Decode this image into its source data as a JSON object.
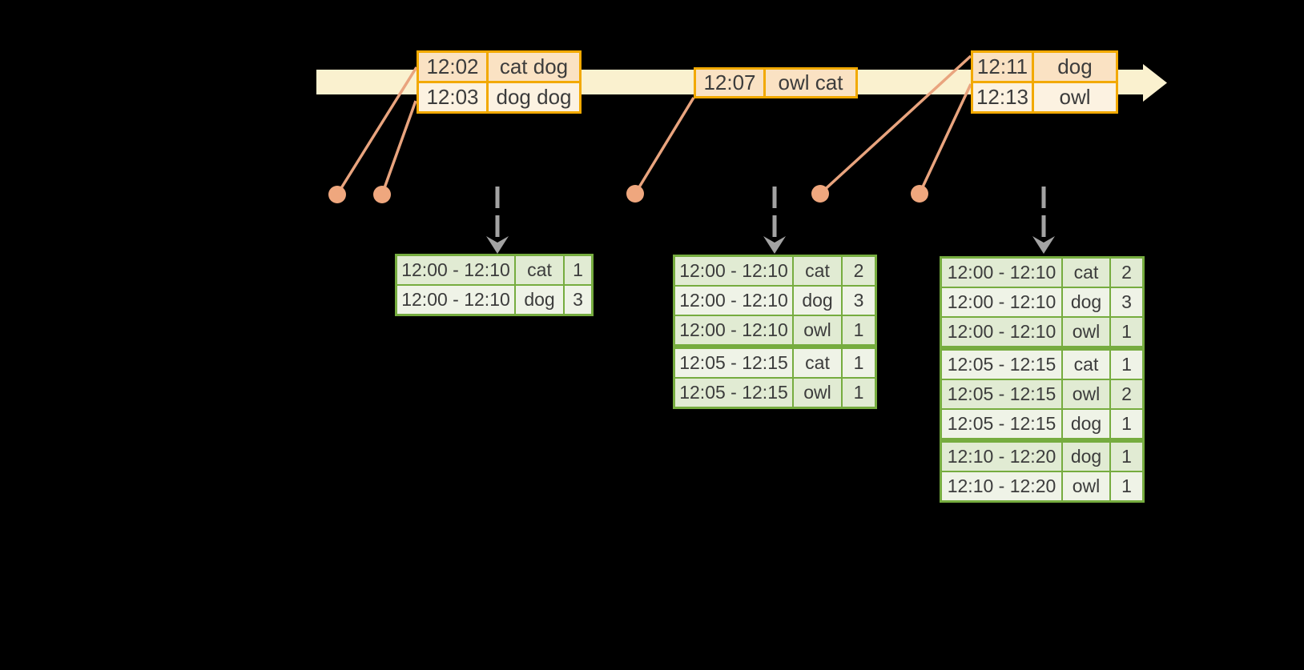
{
  "colors": {
    "background": "#000000",
    "timeline_band": "#FAF1CF",
    "event_table_border": "#F2A900",
    "event_row_peach": "#FAE2C3",
    "event_row_cream": "#FCF2E1",
    "connector_salmon": "#E9A47E",
    "dot_salmon": "#EFA77E",
    "result_table_border": "#76AC3F",
    "result_row_dark": "#E1EBD3",
    "result_row_light": "#EFF3E7",
    "trigger_arrow_gray": "#A3A3A3",
    "text": "#3C3C3C"
  },
  "event_tables": [
    {
      "rows": [
        {
          "time": "12:02",
          "words": "cat dog"
        },
        {
          "time": "12:03",
          "words": "dog dog"
        }
      ]
    },
    {
      "rows": [
        {
          "time": "12:07",
          "words": "owl cat"
        }
      ]
    },
    {
      "rows": [
        {
          "time": "12:11",
          "words": "dog"
        },
        {
          "time": "12:13",
          "words": "owl"
        }
      ]
    }
  ],
  "result_tables": [
    {
      "groups": [
        {
          "rows": [
            {
              "window": "12:00 - 12:10",
              "word": "cat",
              "count": "1"
            },
            {
              "window": "12:00 - 12:10",
              "word": "dog",
              "count": "3"
            }
          ]
        }
      ]
    },
    {
      "groups": [
        {
          "rows": [
            {
              "window": "12:00 - 12:10",
              "word": "cat",
              "count": "2"
            },
            {
              "window": "12:00 - 12:10",
              "word": "dog",
              "count": "3"
            },
            {
              "window": "12:00 - 12:10",
              "word": "owl",
              "count": "1"
            }
          ]
        },
        {
          "rows": [
            {
              "window": "12:05 - 12:15",
              "word": "cat",
              "count": "1"
            },
            {
              "window": "12:05 - 12:15",
              "word": "owl",
              "count": "1"
            }
          ]
        }
      ]
    },
    {
      "groups": [
        {
          "rows": [
            {
              "window": "12:00 - 12:10",
              "word": "cat",
              "count": "2"
            },
            {
              "window": "12:00 - 12:10",
              "word": "dog",
              "count": "3"
            },
            {
              "window": "12:00 - 12:10",
              "word": "owl",
              "count": "1"
            }
          ]
        },
        {
          "rows": [
            {
              "window": "12:05 - 12:15",
              "word": "cat",
              "count": "1"
            },
            {
              "window": "12:05 - 12:15",
              "word": "owl",
              "count": "2"
            },
            {
              "window": "12:05 - 12:15",
              "word": "dog",
              "count": "1"
            }
          ]
        },
        {
          "rows": [
            {
              "window": "12:10 - 12:20",
              "word": "dog",
              "count": "1"
            },
            {
              "window": "12:10 - 12:20",
              "word": "owl",
              "count": "1"
            }
          ]
        }
      ]
    }
  ]
}
